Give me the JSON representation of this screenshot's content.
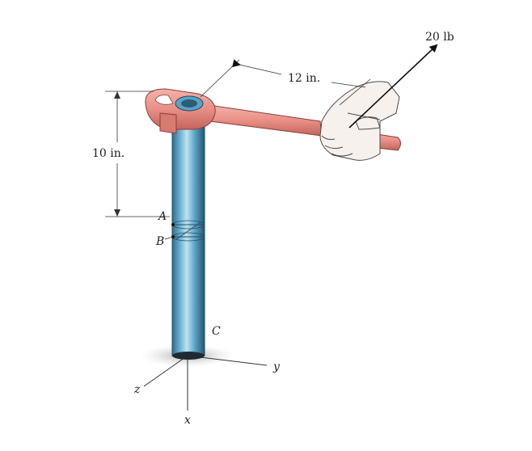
{
  "labels": {
    "force": "20 lb",
    "wrench_length": "12 in.",
    "height": "10 in.",
    "point_a": "A",
    "point_b": "B",
    "point_c": "C",
    "axis_x": "x",
    "axis_y": "y",
    "axis_z": "z"
  },
  "colors": {
    "pipe": "#5aa3c6",
    "wrench": "#e98f86",
    "skin": "#f6f1ec",
    "shadow": "#c9c9c9"
  }
}
